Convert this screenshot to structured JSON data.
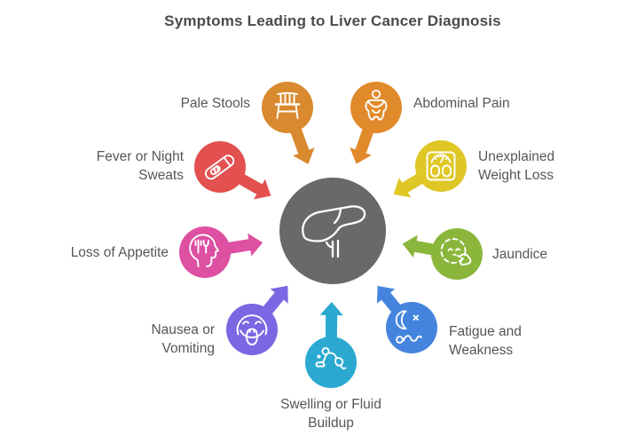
{
  "title": "Symptoms Leading to Liver Cancer Diagnosis",
  "title_color": "#4A4B4D",
  "text_color": "#54565A",
  "background": "#FFFFFF",
  "center": {
    "name": "liver",
    "icon": "liver-icon",
    "color": "#696969",
    "icon_color": "#FFFFFF"
  },
  "symptoms": [
    {
      "label": "Pale Stools",
      "color": "#D9892E",
      "icon": "stool-chair-icon"
    },
    {
      "label": "Abdominal Pain",
      "color": "#E18A2B",
      "icon": "person-holding-stomach-icon"
    },
    {
      "label": "Unexplained Weight Loss",
      "color": "#DFC726",
      "icon": "weighing-scale-icon"
    },
    {
      "label": "Jaundice",
      "color": "#8BB63C",
      "icon": "jaundiced-face-icon"
    },
    {
      "label": "Fatigue and Weakness",
      "color": "#4584DE",
      "icon": "sleeping-person-moon-icon"
    },
    {
      "label": "Swelling or Fluid Buildup",
      "color": "#2BA9D1",
      "icon": "crawling-person-icon"
    },
    {
      "label": "Nausea or Vomiting",
      "color": "#7C66E3",
      "icon": "nauseated-face-icon"
    },
    {
      "label": "Loss of Appetite",
      "color": "#DD50A2",
      "icon": "head-with-cutlery-icon"
    },
    {
      "label": "Fever or Night Sweats",
      "color": "#E25050",
      "icon": "thermometer-icon"
    }
  ]
}
